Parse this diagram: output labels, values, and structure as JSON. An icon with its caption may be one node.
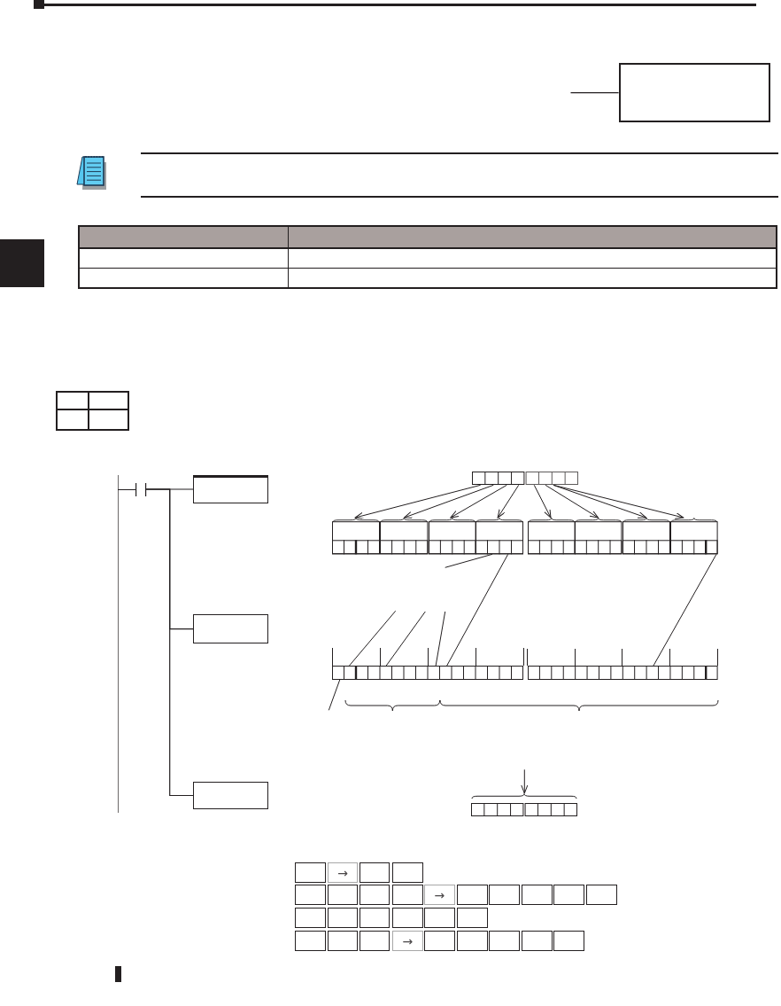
{
  "diagram": {
    "nodes": [
      {
        "text": [],
        "shape": "box"
      },
      {
        "text": [],
        "shape": "picture"
      },
      {
        "text": [],
        "shape": "box"
      },
      {
        "text": [],
        "shape": "box"
      },
      {
        "text": [],
        "shape": "box"
      },
      {
        "text": [],
        "shape": "box"
      },
      {
        "text": [],
        "shape": "box"
      },
      {
        "text": [],
        "shape": "box"
      },
      {
        "text": [],
        "shape": "box"
      },
      {
        "text": [],
        "shape": "box"
      },
      {
        "text": [],
        "shape": "box"
      },
      {
        "text": [],
        "shape": "box"
      },
      {
        "text": [],
        "shape": "box"
      },
      {
        "text": [],
        "shape": "bar"
      },
      {
        "text": [],
        "shape": "bar"
      },
      {
        "text": [],
        "shape": "box"
      },
      {
        "text": [],
        "shape": "box"
      },
      {
        "text": [],
        "shape": "box"
      },
      {
        "text": [
          "→"
        ]
      },
      {
        "text": [],
        "shape": "box"
      },
      {
        "text": [],
        "shape": "box"
      },
      {
        "text": [],
        "shape": "box"
      },
      {
        "text": [],
        "shape": "box"
      },
      {
        "text": [],
        "shape": "box"
      },
      {
        "text": [],
        "shape": "box"
      },
      {
        "text": [
          "→"
        ]
      },
      {
        "text": [],
        "shape": "box"
      },
      {
        "text": [],
        "shape": "box"
      },
      {
        "text": [],
        "shape": "box"
      },
      {
        "text": [],
        "shape": "box"
      },
      {
        "text": [],
        "shape": "box"
      },
      {
        "text": [],
        "shape": "box"
      },
      {
        "text": [],
        "shape": "box"
      },
      {
        "text": [],
        "shape": "box"
      },
      {
        "text": [],
        "shape": "box"
      },
      {
        "text": [],
        "shape": "box"
      },
      {
        "text": [],
        "shape": "box"
      },
      {
        "text": [],
        "shape": "box"
      },
      {
        "text": [],
        "shape": "box"
      },
      {
        "text": [],
        "shape": "box"
      },
      {
        "text": [
          "→"
        ]
      },
      {
        "text": [],
        "shape": "box"
      },
      {
        "text": [],
        "shape": "box"
      },
      {
        "text": [],
        "shape": "box"
      },
      {
        "text": [],
        "shape": "box"
      },
      {
        "text": [],
        "shape": "box"
      }
    ],
    "edges": [
      {
        "from": null,
        "to": 0,
        "arrow": "none"
      },
      {
        "from": 1,
        "to": 2,
        "arrow": "none"
      },
      {
        "from": 1,
        "to": 12,
        "arrow": "none"
      },
      {
        "from": 1,
        "to": 15,
        "arrow": "none"
      },
      {
        "from": 3,
        "to": 4,
        "arrow": "to"
      },
      {
        "from": 3,
        "to": 5,
        "arrow": "to"
      },
      {
        "from": 3,
        "to": 6,
        "arrow": "to"
      },
      {
        "from": 3,
        "to": 7,
        "arrow": "to"
      },
      {
        "from": 3,
        "to": 8,
        "arrow": "to"
      },
      {
        "from": 3,
        "to": 9,
        "arrow": "to"
      },
      {
        "from": 3,
        "to": 10,
        "arrow": "to"
      },
      {
        "from": 3,
        "to": 11,
        "arrow": "to"
      },
      {
        "from": null,
        "to": 7,
        "arrow": "none"
      },
      {
        "from": 7,
        "to": 13,
        "arrow": "none"
      },
      {
        "from": 11,
        "to": 14,
        "arrow": "none"
      },
      {
        "from": null,
        "to": 13,
        "arrow": "none"
      },
      {
        "from": null,
        "to": 13,
        "arrow": "none"
      },
      {
        "from": null,
        "to": 13,
        "arrow": "none"
      },
      {
        "from": null,
        "to": 13,
        "arrow": "none"
      },
      {
        "from": null,
        "to": 16,
        "arrow": "to"
      }
    ]
  }
}
